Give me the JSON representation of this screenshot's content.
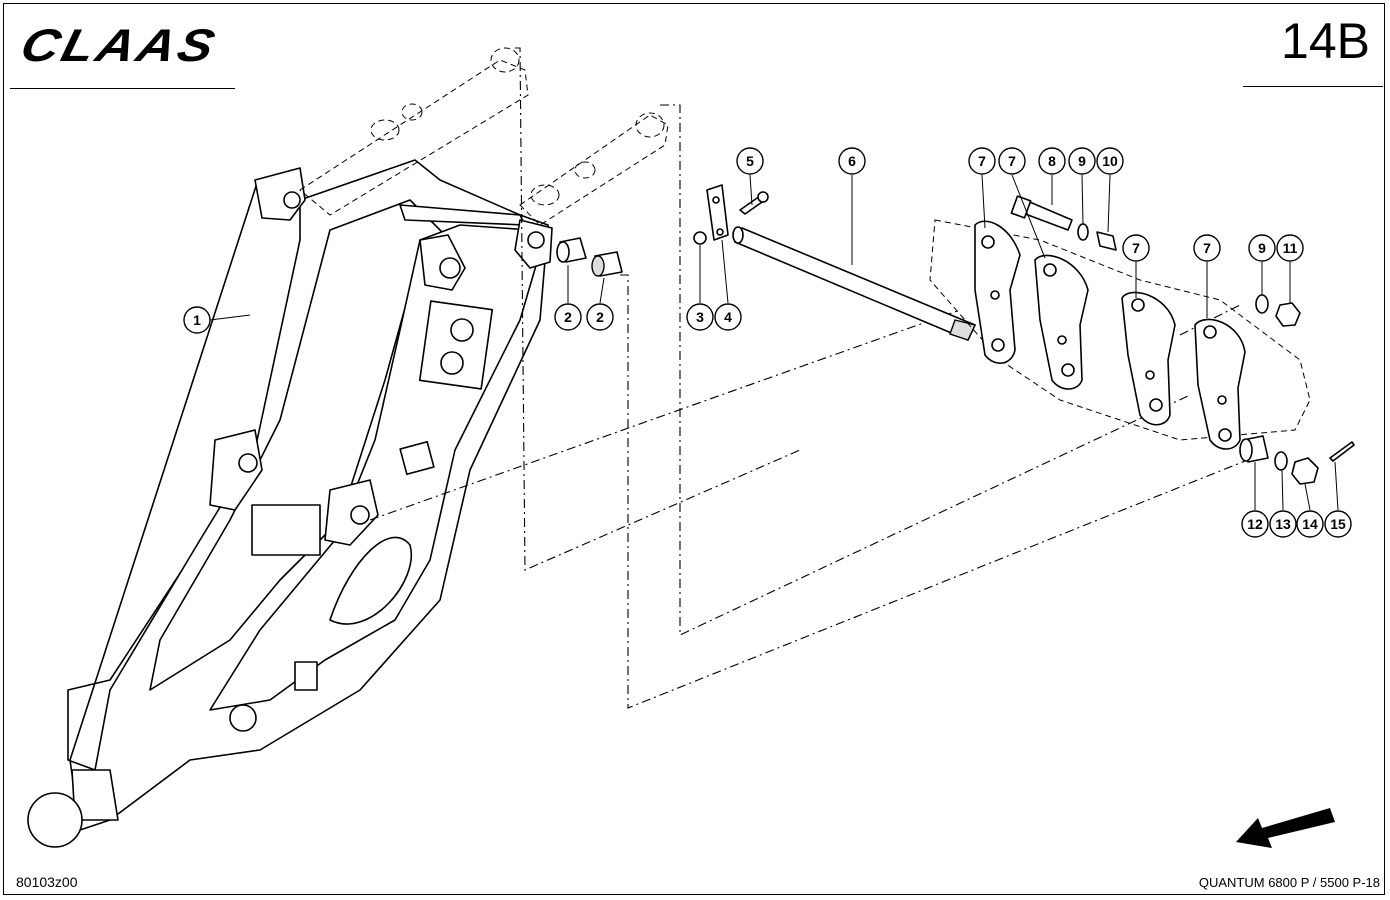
{
  "header": {
    "brand": "CLAAS",
    "page_number": "14B"
  },
  "footer": {
    "drawing_code": "80103z00",
    "model": "QUANTUM 6800 P / 5500 P-18"
  },
  "callouts": {
    "c1": "1",
    "c2a": "2",
    "c2b": "2",
    "c3": "3",
    "c4": "4",
    "c5": "5",
    "c6": "6",
    "c7a": "7",
    "c7b": "7",
    "c7c": "7",
    "c7d": "7",
    "c8": "8",
    "c9a": "9",
    "c9b": "9",
    "c10": "10",
    "c11": "11",
    "c12": "12",
    "c13": "13",
    "c14": "14",
    "c15": "15"
  },
  "icons": {
    "direction": "arrow-down-left-icon"
  }
}
